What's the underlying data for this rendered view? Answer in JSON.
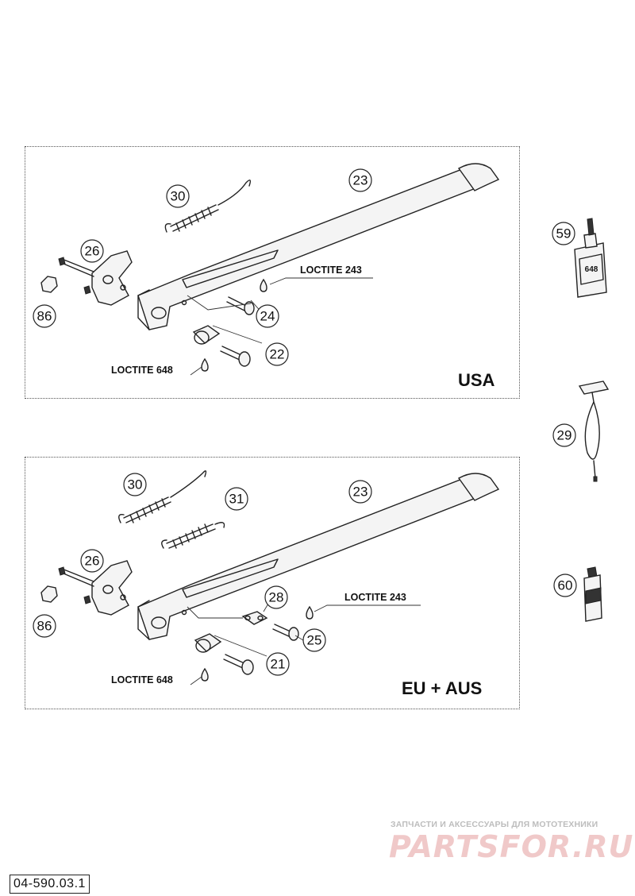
{
  "diagram_code": "04-590.03.1",
  "watermark": {
    "tagline": "ЗАПЧАСТИ И АКСЕССУАРЫ ДЛЯ МОТОТЕХНИКИ",
    "brand": "PARTSFOR.RU"
  },
  "panels": {
    "usa": {
      "region_label": "USA",
      "loctite_top": "LOCTITE 243",
      "loctite_bottom": "LOCTITE 648",
      "callouts": [
        "23",
        "30",
        "26",
        "86",
        "24",
        "22"
      ]
    },
    "eu": {
      "region_label": "EU + AUS",
      "loctite_top": "LOCTITE 243",
      "loctite_bottom": "LOCTITE 648",
      "callouts": [
        "30",
        "31",
        "23",
        "26",
        "86",
        "28",
        "25",
        "21"
      ]
    }
  },
  "side_items": [
    "59",
    "29",
    "60"
  ],
  "bottle_label": "648"
}
